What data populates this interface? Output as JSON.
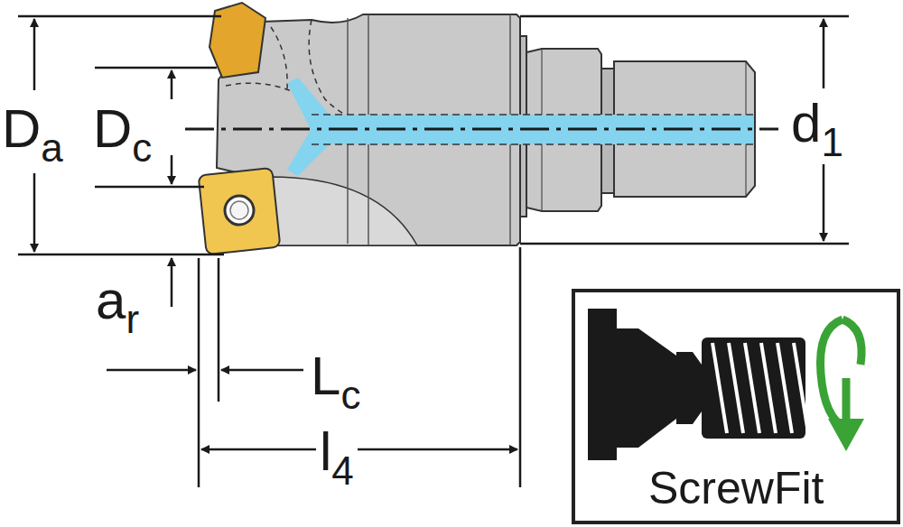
{
  "diagram": {
    "nodes": [
      {
        "text": [
          "ScrewFit"
        ]
      }
    ],
    "labels": [
      "Da",
      "Dc",
      "d1",
      "ar",
      "Lc",
      "l4"
    ]
  }
}
